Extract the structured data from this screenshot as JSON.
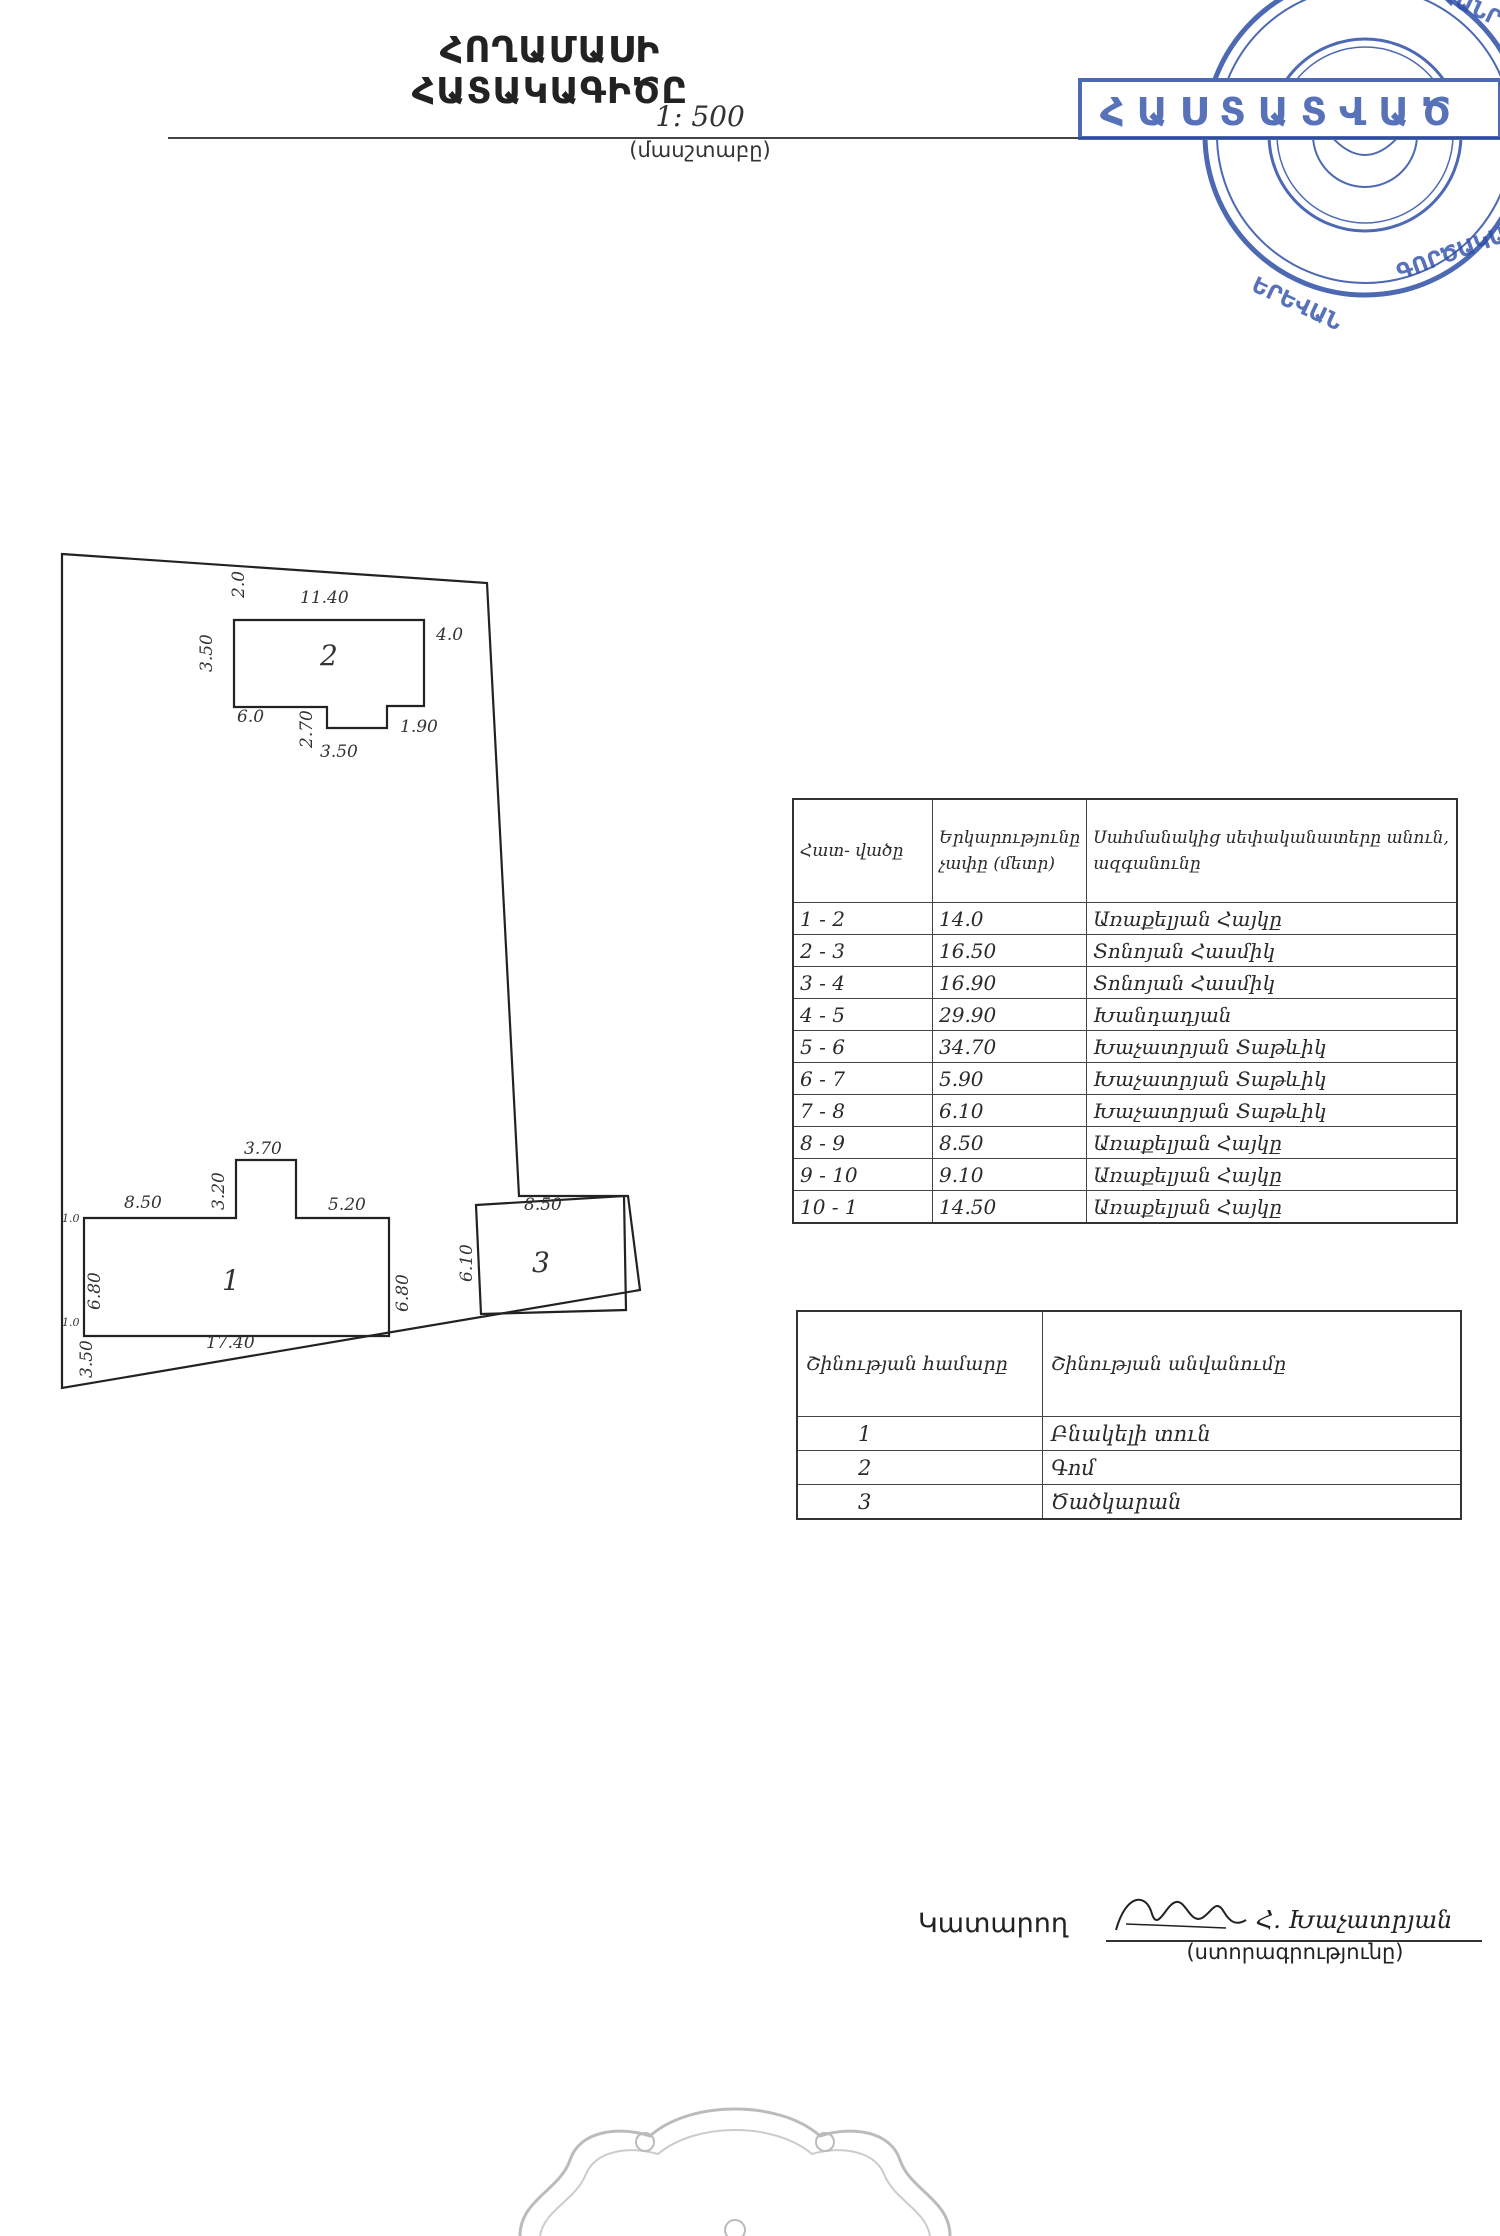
{
  "document": {
    "title": "ՀՈՂԱՄԱՍԻ ՀԱՏԱԿԱԳԻԾԸ",
    "scale_value": "1: 500",
    "scale_caption": "(մասշտաբը)"
  },
  "stamp": {
    "center_text": "ՀԱՍՏԱՏՎԱԾ"
  },
  "plan": {
    "building_labels": [
      "1",
      "2",
      "3"
    ],
    "dimensions": {
      "b2_top": "11.40",
      "b2_topleft": "2.0",
      "b2_left": "3.50",
      "b2_right": "4.0",
      "b2_bottom": "6.0",
      "b2_step": "2.70",
      "b2_notch": "3.50",
      "b2_br": "1.90",
      "b1_left_top": "8.50",
      "b1_wing_h": "3.20",
      "b1_wing_w": "3.70",
      "b1_right_top": "5.20",
      "b1_left": "6.80",
      "b1_right": "6.80",
      "b1_bottom": "17.40",
      "b3_top": "8.50",
      "b3_left": "6.10",
      "edge_bl": "3.50",
      "edge_l1": "1.0",
      "edge_l2": "1.0"
    }
  },
  "segments_table": {
    "headers": [
      "Հատ- վածը",
      "Երկարությունը չափը (մետր)",
      "Սահմանակից սեփականատերը անուն, ազգանունը"
    ],
    "rows": [
      {
        "seg": "1 - 2",
        "len": "14.0",
        "owner": "Առաքելյան Հայկը"
      },
      {
        "seg": "2 - 3",
        "len": "16.50",
        "owner": "Տոնոյան Հասմիկ"
      },
      {
        "seg": "3 - 4",
        "len": "16.90",
        "owner": "Տոնոյան Հասմիկ"
      },
      {
        "seg": "4 - 5",
        "len": "29.90",
        "owner": "Խանդադյան"
      },
      {
        "seg": "5 - 6",
        "len": "34.70",
        "owner": "Խաչատրյան Տաթևիկ"
      },
      {
        "seg": "6 - 7",
        "len": "5.90",
        "owner": "Խաչատրյան Տաթևիկ"
      },
      {
        "seg": "7 - 8",
        "len": "6.10",
        "owner": "Խաչատրյան Տաթևիկ"
      },
      {
        "seg": "8 - 9",
        "len": "8.50",
        "owner": "Առաքելյան Հայկը"
      },
      {
        "seg": "9 - 10",
        "len": "9.10",
        "owner": "Առաքելյան Հայկը"
      },
      {
        "seg": "10 - 1",
        "len": "14.50",
        "owner": "Առաքելյան Հայկը"
      }
    ]
  },
  "buildings_table": {
    "headers": [
      "Շինության համարը",
      "Շինության անվանումը"
    ],
    "rows": [
      {
        "num": "1",
        "name": "Բնակելի տուն"
      },
      {
        "num": "2",
        "name": "Գոմ"
      },
      {
        "num": "3",
        "name": "Ծածկարան"
      }
    ]
  },
  "footer": {
    "performer_label": "Կատարող",
    "signature_name": "Հ. Խաչատրյան",
    "signature_caption": "(ստորագրությունը)"
  }
}
